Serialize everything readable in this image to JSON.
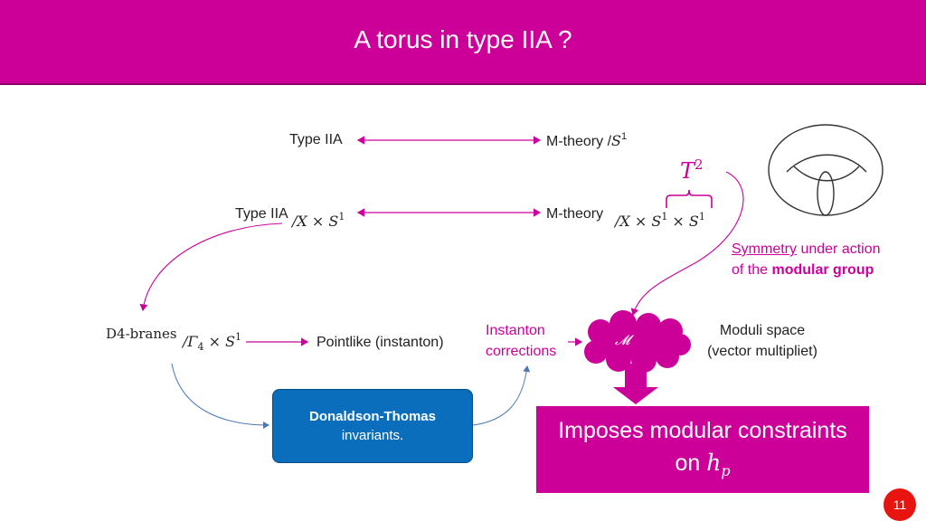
{
  "title": "A torus in type IIA ?",
  "row1": {
    "left": "Type IIA",
    "right": "M-theory /",
    "S": "S",
    "one": "1"
  },
  "t2": {
    "T": "T",
    "two": "2"
  },
  "row2": {
    "left": "Type IIA",
    "left_math_a": "/X × S",
    "left_math_one": "1",
    "right": "M-theory",
    "right_math_a": "/X × S",
    "right_math_one": "1",
    "right_math_b": " × S",
    "right_math_two": "1"
  },
  "symmetry": {
    "word": "Symmetry",
    "rest": " under action",
    "line2a": "of the ",
    "line2b": "modular group"
  },
  "row3": {
    "d4": "D4-branes",
    "d4_math_a": "/Γ",
    "d4_math_sub": "4",
    "d4_math_b": " × S",
    "d4_math_sup": "1",
    "pointlike": "Pointlike (instanton)",
    "instanton1": "Instanton",
    "instanton2": "corrections",
    "cloud": "𝓜",
    "moduli1": "Moduli space",
    "moduli2": "(vector multipliet)"
  },
  "dt": {
    "line1": "Donaldson-Thomas",
    "line2": "invariants."
  },
  "imposes": {
    "line1": "Imposes modular constraints",
    "line2a": "on ",
    "h": "h",
    "p": "p"
  },
  "page": "11",
  "colors": {
    "accent": "#cc0099",
    "blue": "#0a6ebd",
    "arrow_blue": "#4a78b5"
  }
}
